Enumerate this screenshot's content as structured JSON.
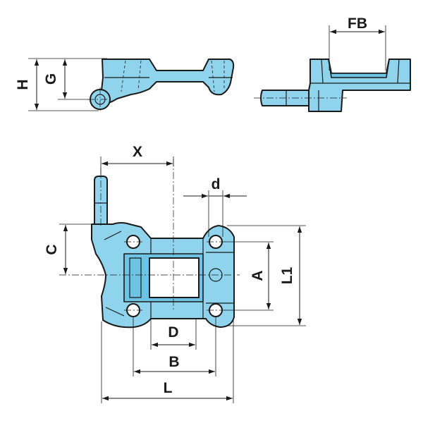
{
  "dimension_labels": {
    "H": "H",
    "G": "G",
    "FB": "FB",
    "X": "X",
    "d": "d",
    "C": "C",
    "A": "A",
    "L1": "L1",
    "D": "D",
    "B": "B",
    "L": "L"
  },
  "colors": {
    "part_fill": "#8fd4ec",
    "part_shade": "#6cc3e3",
    "outline": "#1a1a1a"
  }
}
